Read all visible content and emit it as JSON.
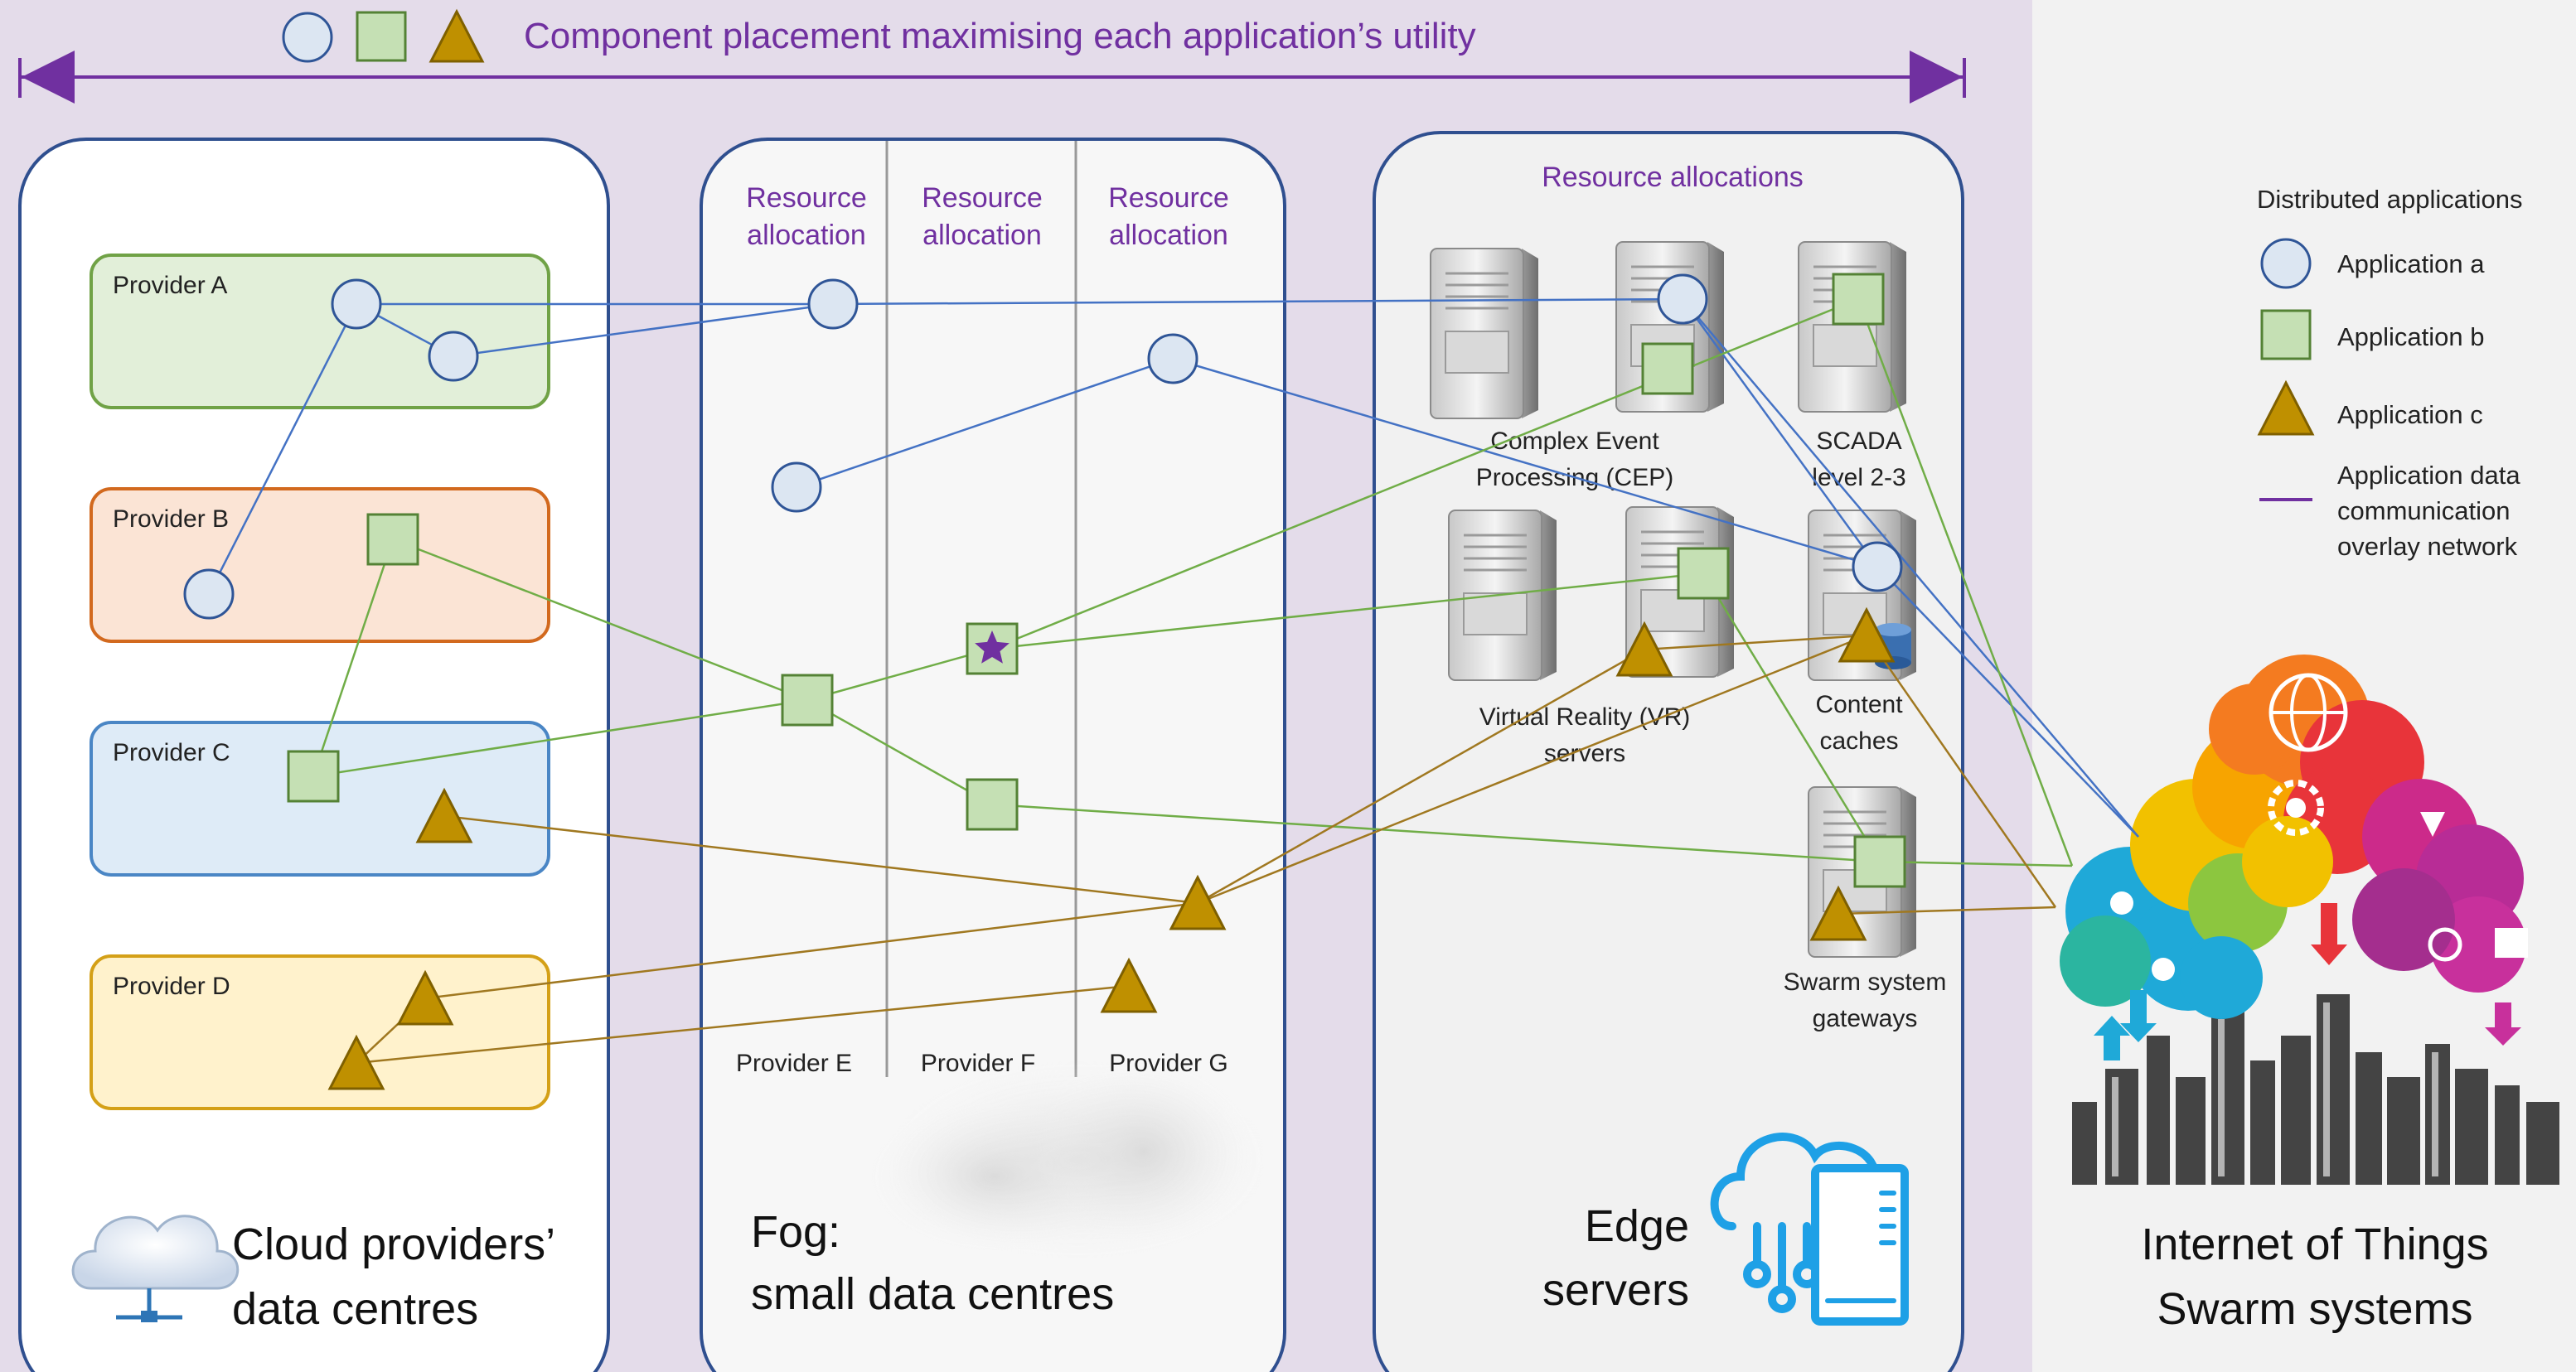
{
  "header": {
    "title": "Component placement maximising each application’s utility"
  },
  "cloud": {
    "title_line1": "Cloud providers’",
    "title_line2": "data centres",
    "providers": [
      {
        "label": "Provider A",
        "color": "#e2efd9",
        "border": "#70a246"
      },
      {
        "label": "Provider B",
        "color": "#fbe4d5",
        "border": "#d2691e"
      },
      {
        "label": "Provider C",
        "color": "#deebf7",
        "border": "#4a86c5"
      },
      {
        "label": "Provider D",
        "color": "#fff2cc",
        "border": "#d4a017"
      }
    ]
  },
  "fog": {
    "title_line1": "Fog:",
    "title_line2": "small data centres",
    "columns": [
      {
        "header1": "Resource",
        "header2": "allocation",
        "provider": "Provider E"
      },
      {
        "header1": "Resource",
        "header2": "allocation",
        "provider": "Provider F"
      },
      {
        "header1": "Resource",
        "header2": "allocation",
        "provider": "Provider G"
      }
    ]
  },
  "edge": {
    "title_line1": "Edge",
    "title_line2": "servers",
    "header": "Resource allocations",
    "servers": [
      {
        "line1": "Complex Event",
        "line2": "Processing (CEP)"
      },
      {
        "line1": "SCADA",
        "line2": "level 2-3"
      },
      {
        "line1": "Virtual Reality (VR)",
        "line2": "servers"
      },
      {
        "line1": "Content",
        "line2": "caches"
      },
      {
        "line1": "Swarm system",
        "line2": "gateways"
      }
    ]
  },
  "iot": {
    "title_line1": "Internet of Things",
    "title_line2": "Swarm systems"
  },
  "legend": {
    "title": "Distributed applications",
    "app_a": "Application a",
    "app_b": "Application b",
    "app_c": "Application c",
    "overlay_line1": "Application data",
    "overlay_line2": "communication",
    "overlay_line3": "overlay network"
  },
  "colors": {
    "band": "#e4dcea",
    "app_a_fill": "#dce6f2",
    "app_a_stroke": "#2f5597",
    "app_a_link": "#4472c4",
    "app_b_fill": "#c5e0b4",
    "app_b_stroke": "#548235",
    "app_b_link": "#70ad47",
    "app_c_fill": "#bf9000",
    "app_c_stroke": "#7f6000",
    "app_c_link": "#a07820",
    "accent": "#7030a0",
    "panel_border": "#2f4f8f"
  }
}
